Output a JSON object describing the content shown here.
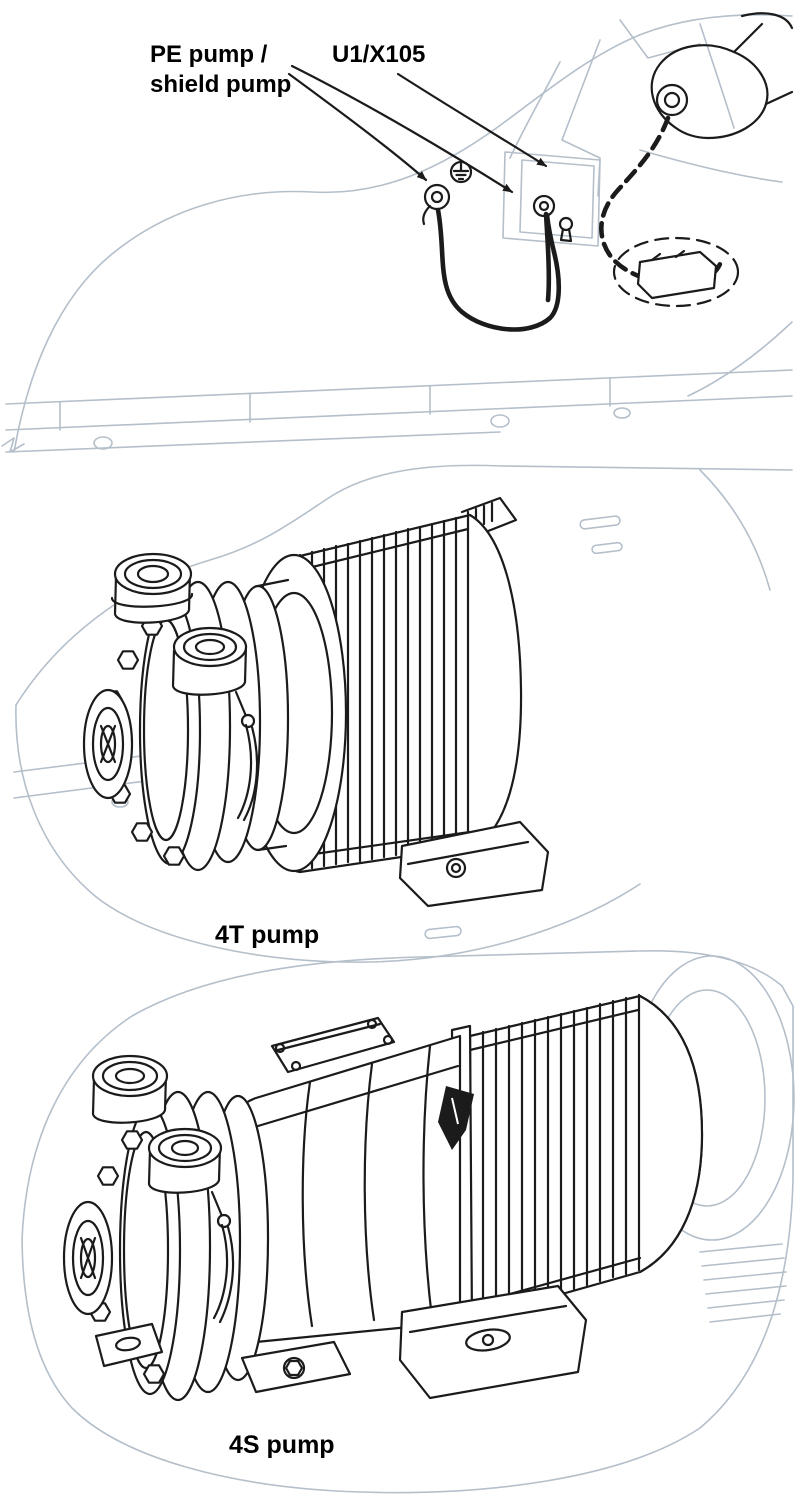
{
  "figure": {
    "type": "technical-line-drawing",
    "views": [
      "pump electrical connection detail",
      "4T pump isometric view",
      "4S pump isometric view"
    ]
  },
  "labels": {
    "pe_pump_line1": "PE pump /",
    "pe_pump_line2": "shield pump",
    "connector": "U1/X105",
    "pump_4t": "4T pump",
    "pump_4s": "4S pump"
  },
  "icons": {
    "ground_symbol": "earth-ground-symbol",
    "leader_arrow": "callout-arrowhead"
  },
  "colors": {
    "line_dark": "#1b1b1b",
    "line_light": "#b4bfca",
    "background": "#ffffff",
    "label_text": "#000000"
  }
}
